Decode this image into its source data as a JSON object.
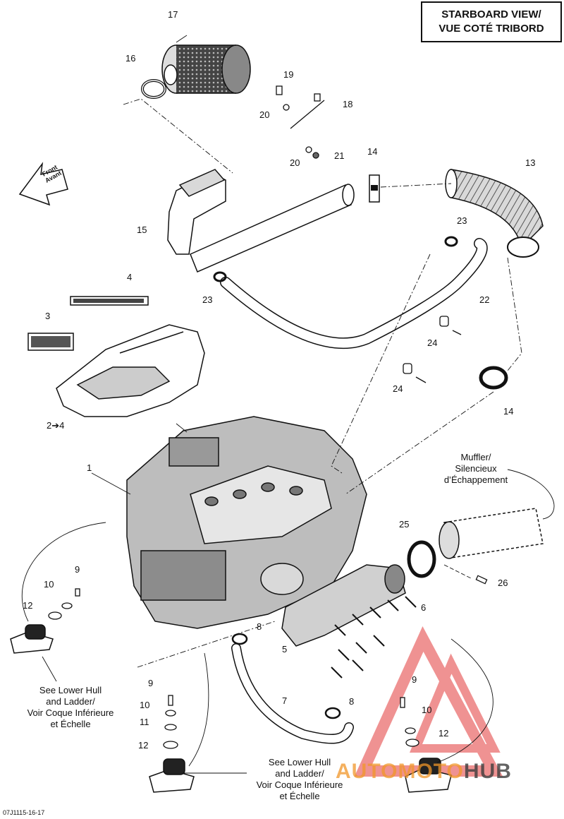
{
  "view_label": {
    "line1": "STARBOARD VIEW/",
    "line2": "VUE COTÉ TRIBORD"
  },
  "front_arrow": {
    "line1": "Front",
    "line2": "Avant"
  },
  "muffler_note": {
    "line1": "Muffler/",
    "line2": "Silencieux",
    "line3": "d’Échappement"
  },
  "lower_hull_note_left": {
    "line1": "See Lower Hull",
    "line2": "and Ladder/",
    "line3": "Voir Coque Inférieure",
    "line4": "et Échelle"
  },
  "lower_hull_note_bottom": {
    "line1": "See Lower Hull",
    "line2": "and Ladder/",
    "line3": "Voir Coque Inférieure",
    "line4": "et Échelle"
  },
  "callouts": {
    "c1": "1",
    "c2to4": "2➔4",
    "c3": "3",
    "c4": "4",
    "c5": "5",
    "c6": "6",
    "c7": "7",
    "c8a": "8",
    "c8b": "8",
    "c9a": "9",
    "c9b": "9",
    "c9c": "9",
    "c10a": "10",
    "c10b": "10",
    "c10c": "10",
    "c11": "11",
    "c12a": "12",
    "c12b": "12",
    "c12c": "12",
    "c13": "13",
    "c14a": "14",
    "c14b": "14",
    "c15": "15",
    "c16": "16",
    "c17": "17",
    "c18": "18",
    "c19": "19",
    "c20a": "20",
    "c20b": "20",
    "c21": "21",
    "c22": "22",
    "c23a": "23",
    "c23b": "23",
    "c24a": "24",
    "c24b": "24",
    "c25": "25",
    "c26": "26"
  },
  "diagram_code": "07J1115-16-17",
  "watermark": {
    "part1": "AUTOMOTO",
    "part2": "HUB"
  }
}
